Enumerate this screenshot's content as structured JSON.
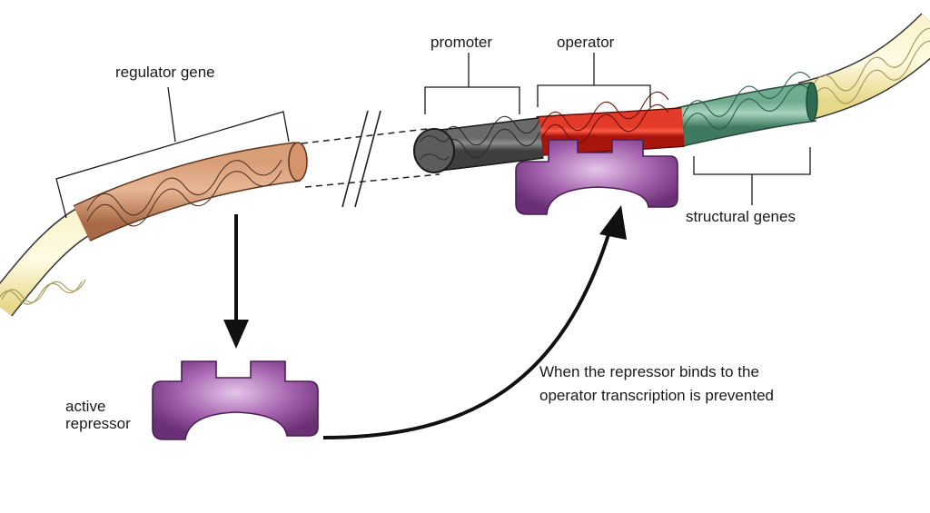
{
  "labels": {
    "regulator_gene": "regulator gene",
    "promoter": "promoter",
    "operator": "operator",
    "structural_genes": "structural genes",
    "active_repressor_line1": "active",
    "active_repressor_line2": "repressor",
    "caption_line1": "When the repressor binds to the",
    "caption_line2": "operator transcription is prevented"
  },
  "colors": {
    "background_dna": "#f2e7a8",
    "regulator_gene": "#c98a62",
    "promoter": "#5a5a5a",
    "operator": "#e02a1e",
    "structural_genes": "#5e9b80",
    "repressor": "#8a4a94"
  }
}
